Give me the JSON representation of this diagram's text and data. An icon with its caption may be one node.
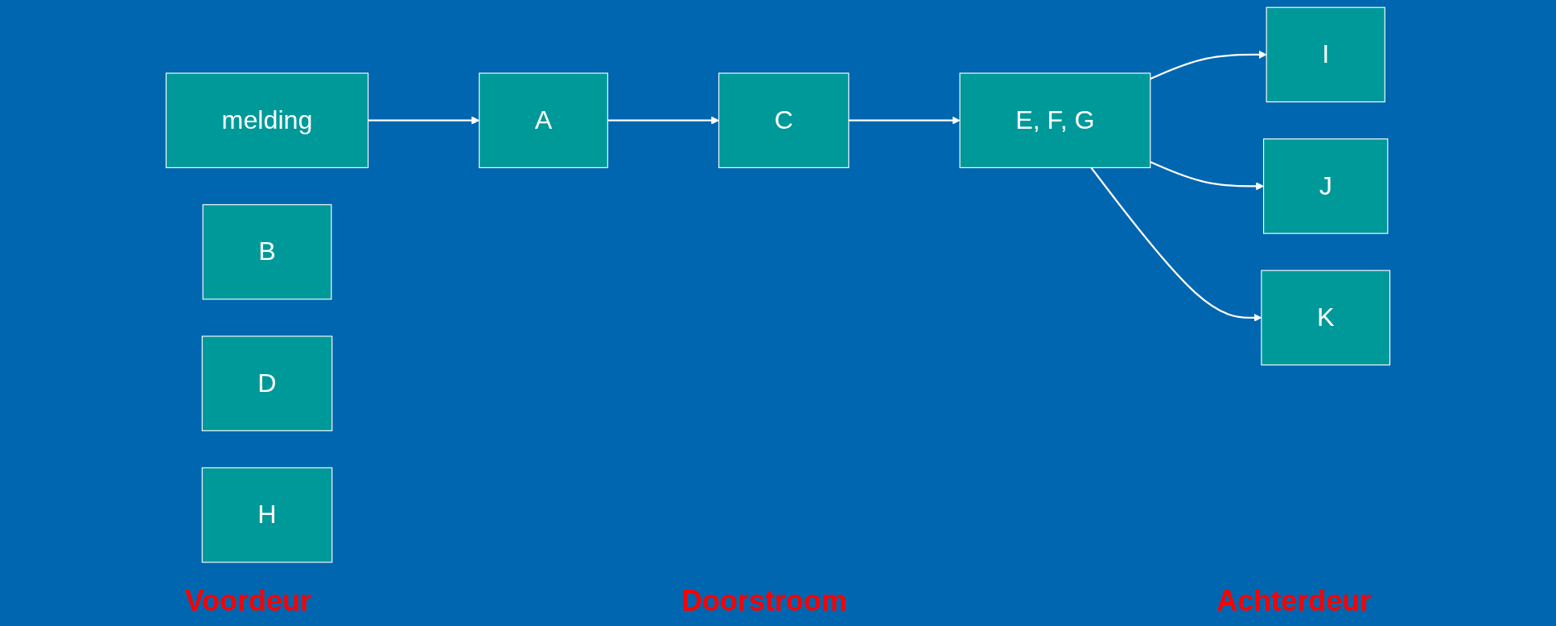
{
  "diagram": {
    "nodes": [
      {
        "text": [
          "melding"
        ]
      },
      {
        "text": [
          "A"
        ]
      },
      {
        "text": [
          "B"
        ]
      },
      {
        "text": [
          "C"
        ]
      },
      {
        "text": [
          "D"
        ]
      },
      {
        "text": [
          "E, F, G"
        ]
      },
      {
        "text": [
          "H"
        ]
      },
      {
        "text": [
          "I"
        ]
      },
      {
        "text": [
          "J"
        ]
      },
      {
        "text": [
          "K"
        ]
      }
    ],
    "edges": [
      {
        "from": 0,
        "to": 1,
        "arrow": "to"
      },
      {
        "from": 1,
        "to": 3,
        "arrow": "to"
      },
      {
        "from": 3,
        "to": 5,
        "arrow": "to"
      },
      {
        "from": 5,
        "to": 7,
        "arrow": "to"
      },
      {
        "from": 5,
        "to": 8,
        "arrow": "to"
      },
      {
        "from": 5,
        "to": 9,
        "arrow": "to"
      }
    ],
    "labels": [
      "Voordeur",
      "Doorstroom",
      "Achterdeur"
    ]
  }
}
